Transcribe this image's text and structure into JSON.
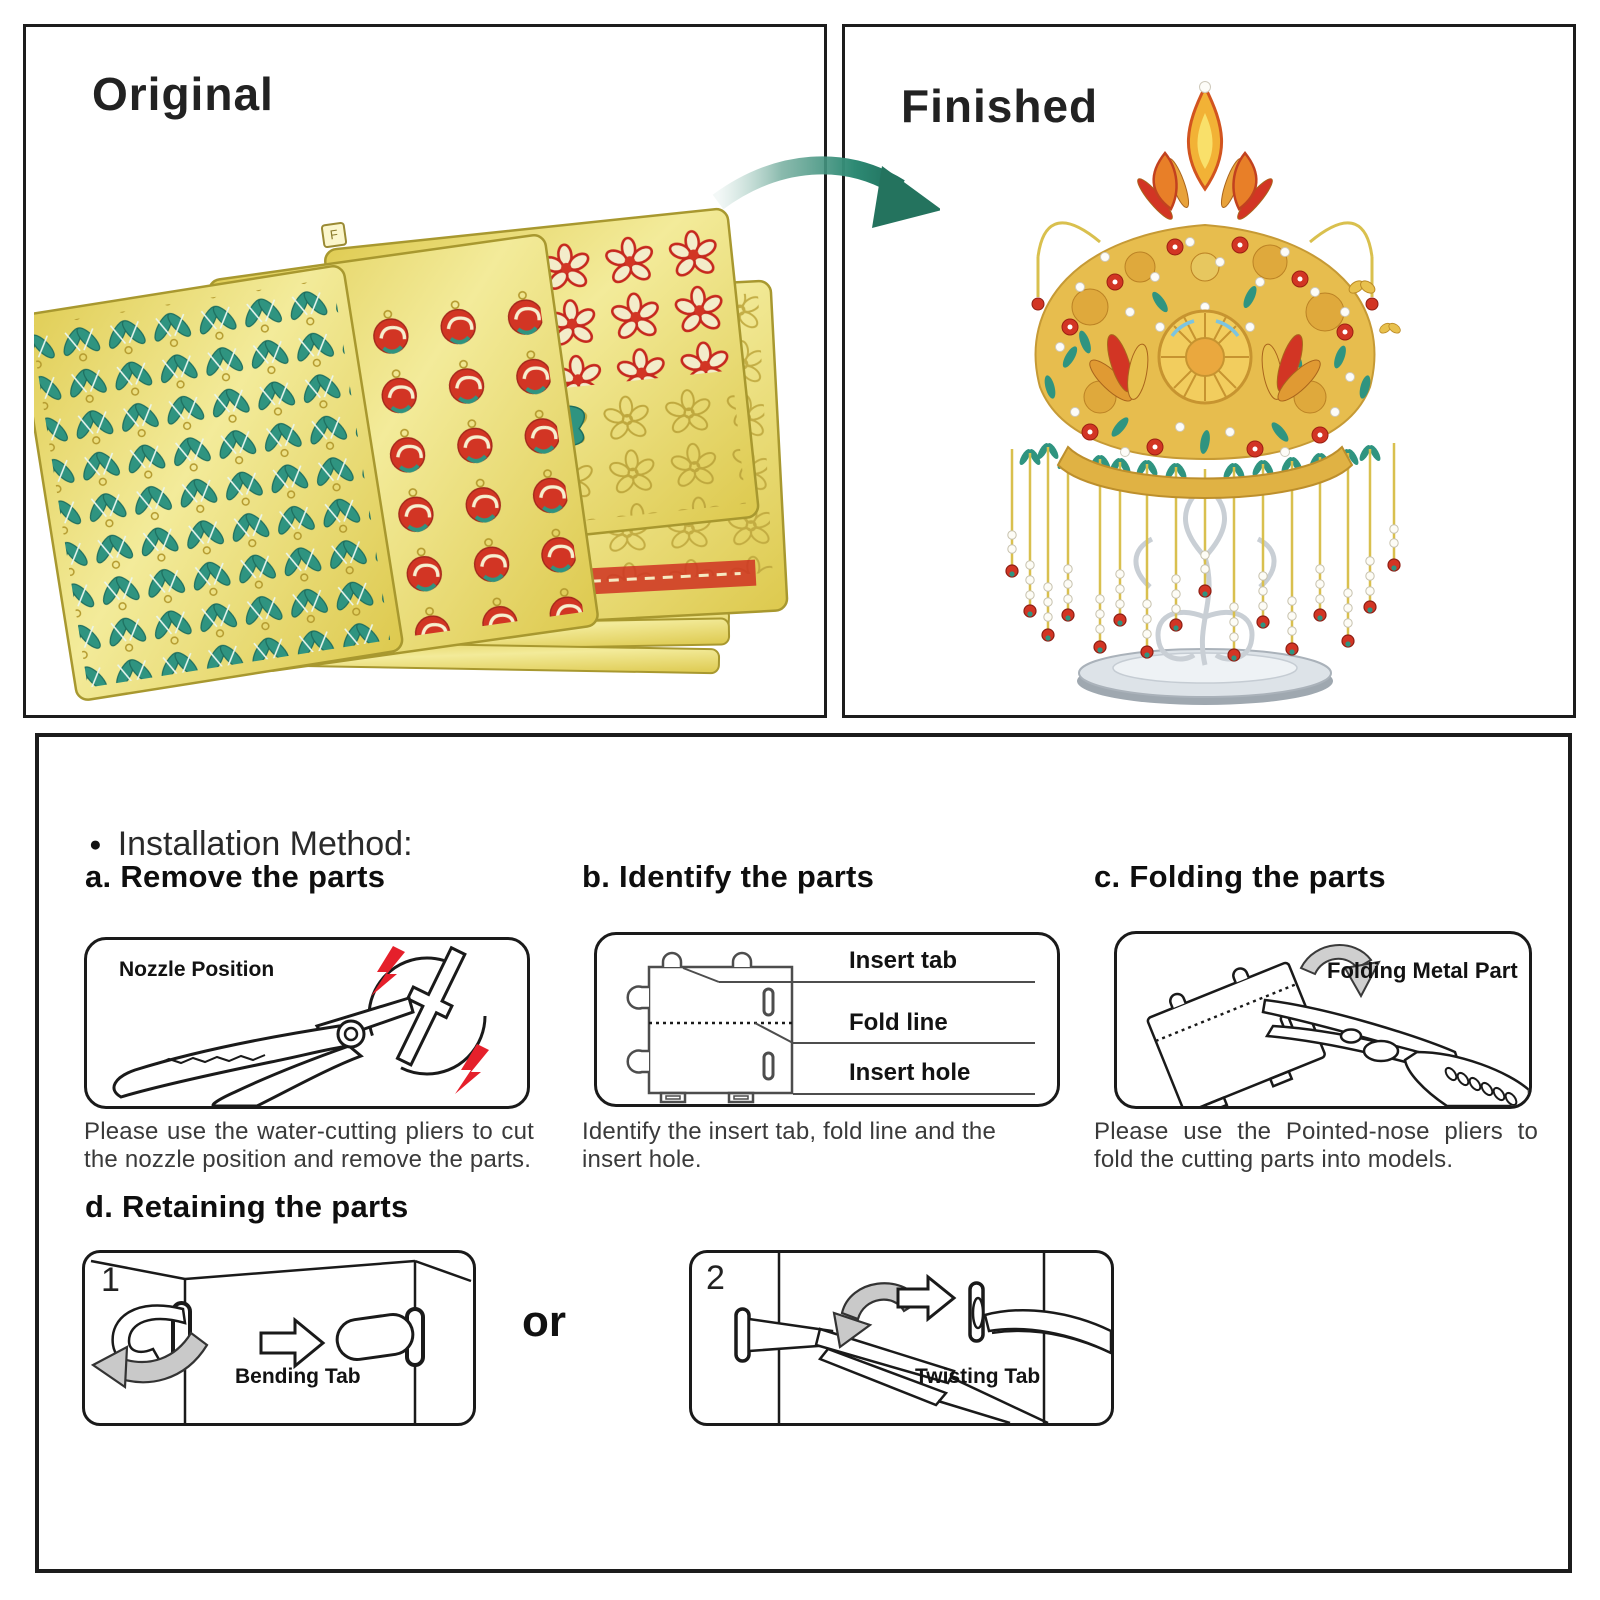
{
  "original_panel": {
    "title": "Original",
    "sheet_label": "F"
  },
  "finished_panel": {
    "title": "Finished"
  },
  "installation": {
    "bullet": "●",
    "header": "Installation Method:",
    "step_a": {
      "title": "a. Remove the parts",
      "box_label": "Nozzle Position",
      "caption": "Please use the water-cutting pliers to cut the nozzle position and remove the parts."
    },
    "step_b": {
      "title": "b. Identify the parts",
      "label_insert_tab": "Insert tab",
      "label_fold_line": "Fold line",
      "label_insert_hole": "Insert hole",
      "caption": "Identify the insert tab, fold line and the insert hole."
    },
    "step_c": {
      "title": "c. Folding the parts",
      "box_label": "Folding Metal Part",
      "caption": "Please use the Pointed-nose pliers to fold the cutting parts into models."
    },
    "step_d": {
      "title": "d. Retaining the parts",
      "option1_number": "1",
      "option1_label": "Bending Tab",
      "or_label": "or",
      "option2_number": "2",
      "option2_label": "Twisting Tab"
    }
  },
  "colors": {
    "arrow_teal": "#2e8a74",
    "bolt_red": "#e5202b",
    "sheet_gold": "#e8d96e",
    "leaf_teal": "#2f9480",
    "motif_red": "#d23524",
    "line_black": "#1a1a1a"
  }
}
